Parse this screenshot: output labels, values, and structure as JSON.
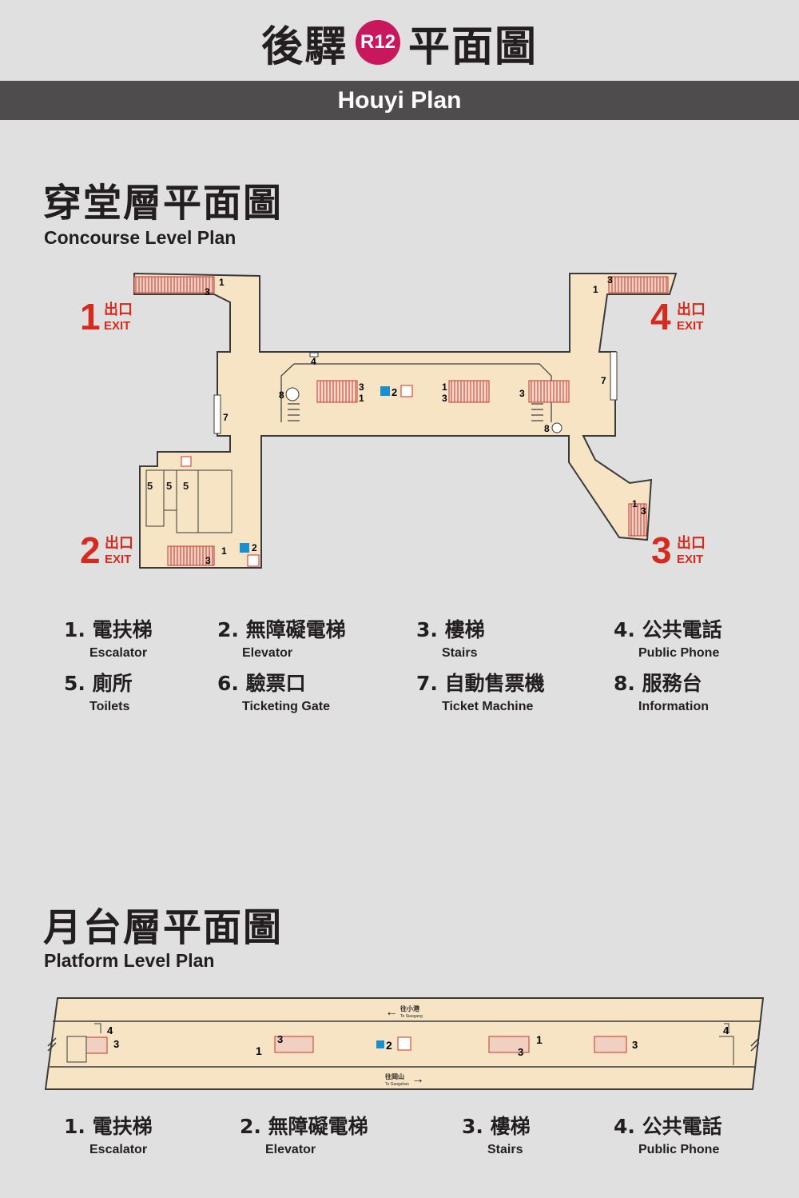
{
  "header": {
    "station_name": "後驛",
    "code": "R12",
    "plan_suffix": "平面圖",
    "banner_en": "Houyi Plan"
  },
  "concourse": {
    "title_cn": "穿堂層平面圖",
    "title_en": "Concourse Level Plan",
    "exits": [
      {
        "number": "1",
        "label_cn": "出口",
        "label_en": "EXIT"
      },
      {
        "number": "2",
        "label_cn": "出口",
        "label_en": "EXIT"
      },
      {
        "number": "3",
        "label_cn": "出口",
        "label_en": "EXIT"
      },
      {
        "number": "4",
        "label_cn": "出口",
        "label_en": "EXIT"
      }
    ],
    "legend": [
      {
        "cn": "1. 電扶梯",
        "en": "Escalator"
      },
      {
        "cn": "2. 無障礙電梯",
        "en": "Elevator"
      },
      {
        "cn": "3. 樓梯",
        "en": "Stairs"
      },
      {
        "cn": "4. 公共電話",
        "en": "Public Phone"
      },
      {
        "cn": "5. 廁所",
        "en": "Toilets"
      },
      {
        "cn": "6. 驗票口",
        "en": "Ticketing Gate"
      },
      {
        "cn": "7. 自動售票機",
        "en": "Ticket Machine"
      },
      {
        "cn": "8. 服務台",
        "en": "Information"
      }
    ]
  },
  "platform": {
    "title_cn": "月台層平面圖",
    "title_en": "Platform Level Plan",
    "direction_top_cn": "往小港",
    "direction_top_en": "To Siaogang",
    "direction_bottom_cn": "往岡山",
    "direction_bottom_en": "To Gangshan",
    "legend": [
      {
        "cn": "1. 電扶梯",
        "en": "Escalator"
      },
      {
        "cn": "2. 無障礙電梯",
        "en": "Elevator"
      },
      {
        "cn": "3. 樓梯",
        "en": "Stairs"
      },
      {
        "cn": "4. 公共電話",
        "en": "Public Phone"
      }
    ]
  },
  "markers": {
    "one": "1",
    "two": "2",
    "three": "3",
    "four": "4",
    "five": "5",
    "seven": "7",
    "eight": "8"
  },
  "colors": {
    "floor": "#f7e4c4",
    "exit_red": "#d52b1e",
    "badge": "#c8175d",
    "banner": "#4e4c4c",
    "background": "#e0e0e0",
    "elevator_blue": "#1a8fd0"
  }
}
